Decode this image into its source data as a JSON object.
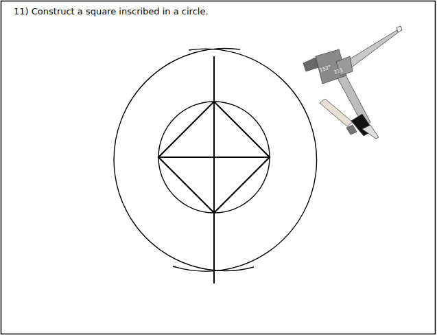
{
  "diagram": {
    "title": "11) Construct a square inscribed in a circle.",
    "labels": [
      "152°",
      "211"
    ]
  }
}
